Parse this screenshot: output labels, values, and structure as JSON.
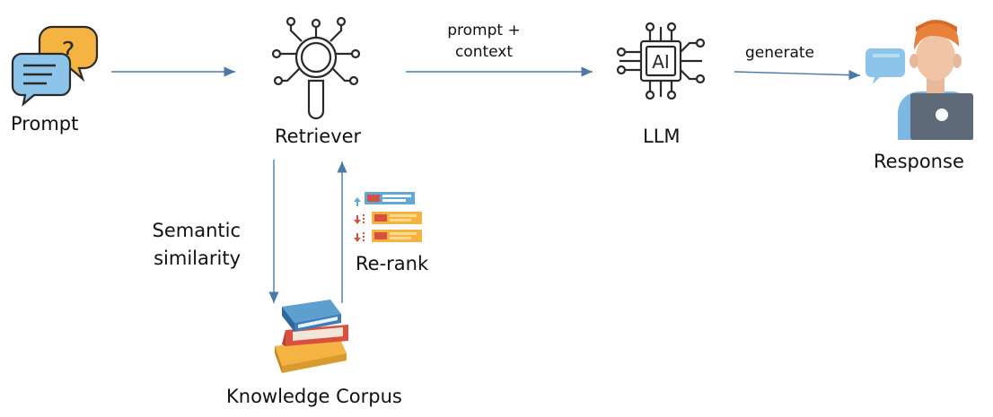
{
  "nodes": {
    "prompt": {
      "label": "Prompt",
      "icon": "speech-bubbles-question-icon"
    },
    "retriever": {
      "label": "Retriever",
      "icon": "magnifier-circuit-icon"
    },
    "llm": {
      "label": "LLM",
      "icon": "ai-chip-icon",
      "chip_text": "AI"
    },
    "response": {
      "label": "Response",
      "icon": "person-laptop-icon"
    },
    "corpus": {
      "label": "Knowledge Corpus",
      "icon": "book-stack-icon"
    },
    "rerank": {
      "label": "Re-rank",
      "icon": "ranked-list-icon"
    }
  },
  "edges": {
    "prompt_to_context": "prompt +",
    "prompt_to_context_2": "context",
    "generate": "generate",
    "semantic_1": "Semantic",
    "semantic_2": "similarity"
  },
  "colors": {
    "arrow": "#4a7aa8",
    "orange": "#f5b342",
    "blue": "#5fa8d8",
    "red": "#d9503f",
    "dark": "#2a2a2a"
  }
}
